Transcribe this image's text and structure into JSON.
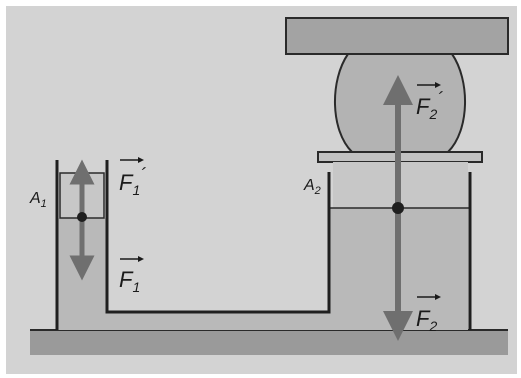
{
  "diagram": {
    "labels": {
      "a1": {
        "base": "A",
        "sub": "1"
      },
      "a2": {
        "base": "A",
        "sub": "2"
      },
      "f1_prime": {
        "base": "F",
        "sub": "1",
        "prime": "´"
      },
      "f1": {
        "base": "F",
        "sub": "1"
      },
      "f2_prime": {
        "base": "F",
        "sub": "2",
        "prime": "´"
      },
      "f2": {
        "base": "F",
        "sub": "2"
      }
    },
    "colors": {
      "background": "#d3d3d3",
      "ground": "#9a9a9a",
      "liquid": "#b9b9b9",
      "wall": "#1f1f1f",
      "arrow": "#6f6f6f",
      "press_plate": "#a3a3a3",
      "object": "#b3b3b3"
    }
  }
}
